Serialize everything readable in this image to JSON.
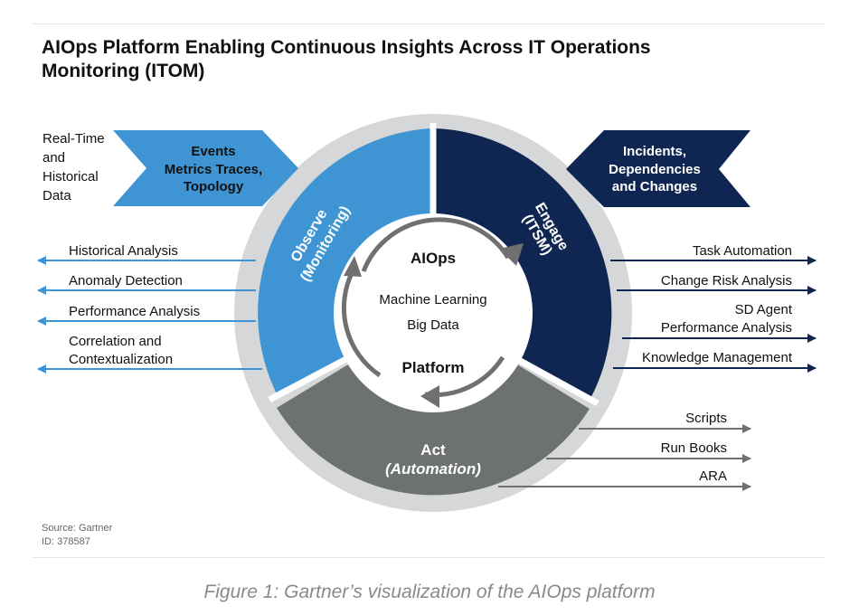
{
  "title_line1": "AIOps Platform Enabling Continuous Insights Across IT Operations",
  "title_line2": "Monitoring (ITOM)",
  "left_input": [
    "Real-Time",
    "and",
    "Historical",
    "Data"
  ],
  "events_banner": [
    "Events",
    "Metrics Traces,",
    "Topology"
  ],
  "incidents_banner": [
    "Incidents,",
    "Dependencies",
    "and Changes"
  ],
  "segments": {
    "observe": [
      "Observe",
      "(Monitoring)"
    ],
    "engage": [
      "Engage",
      "(ITSM)"
    ],
    "act": [
      "Act",
      "(Automation)"
    ]
  },
  "center": {
    "top": "AIOps",
    "line1": "Machine Learning",
    "line2": "Big Data",
    "bottom": "Platform"
  },
  "left_outputs": [
    "Historical Analysis",
    "Anomaly Detection",
    "Performance Analysis",
    "Correlation and",
    "Contextualization"
  ],
  "right_outputs": [
    "Task Automation",
    "Change Risk Analysis",
    "SD Agent",
    "Performance Analysis",
    "Knowledge Management"
  ],
  "act_outputs": [
    "Scripts",
    "Run Books",
    "ARA"
  ],
  "source_line1": "Source: Gartner",
  "source_line2": "ID: 378587",
  "caption": "Figure 1: Gartner’s visualization of the AIOps platform",
  "colors": {
    "observe": "#3f95d3",
    "engage": "#0f2652",
    "act": "#6e7172",
    "ring": "#d6d7d8"
  }
}
